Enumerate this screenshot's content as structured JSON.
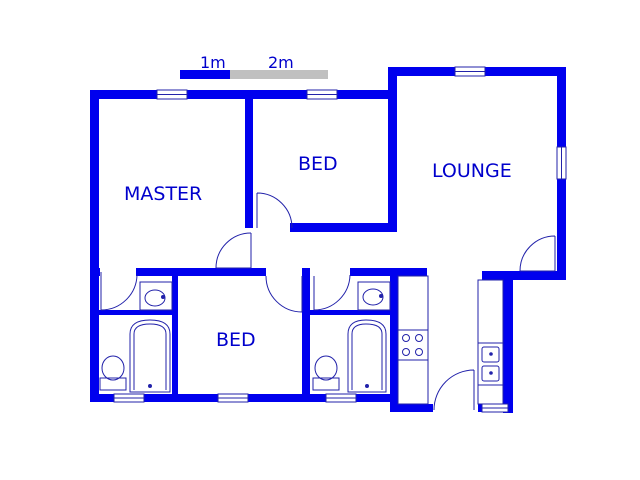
{
  "scale_bar": {
    "label_1": "1m",
    "label_2": "2m",
    "colors": {
      "dark": "#0000ee",
      "light": "#c0c0c0"
    }
  },
  "rooms": {
    "master": "MASTER",
    "bed_top": "BED",
    "lounge": "LOUNGE",
    "bed_bottom": "BED"
  },
  "colors": {
    "wall": "#0000ee",
    "label": "#0000cc",
    "line": "#2222aa",
    "background": "#ffffff"
  }
}
